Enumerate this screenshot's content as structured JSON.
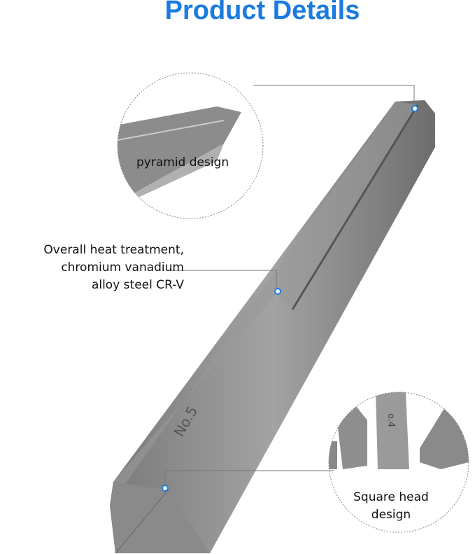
{
  "title": "Product Details",
  "callouts": {
    "pyramid": "pyramid design",
    "heat_lines": [
      "Overall heat treatment,",
      "chromium vanadium",
      "alloy steel CR-V"
    ],
    "square_lines": [
      "Square head",
      "design"
    ]
  },
  "engravings": {
    "main": "No.5",
    "inset": "o.4"
  },
  "colors": {
    "accent": "#1a7be0",
    "steel": "#8d8d8d"
  }
}
